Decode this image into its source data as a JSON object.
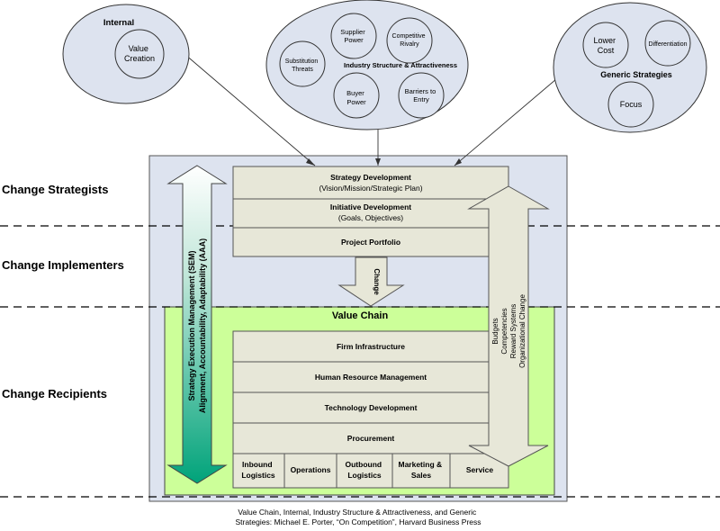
{
  "internal": {
    "label": "Internal",
    "value_creation": [
      "Value",
      "Creation"
    ]
  },
  "industry": {
    "label": "Industry Structure & Attractiveness",
    "supplier_power": [
      "Supplier",
      "Power"
    ],
    "competitive_rivalry": [
      "Competitive",
      "Rivalry"
    ],
    "substitution_threats": [
      "Substitution",
      "Threats"
    ],
    "buyer_power": [
      "Buyer",
      "Power"
    ],
    "barriers_to_entry": [
      "Barriers to",
      "Entry"
    ]
  },
  "generic": {
    "label": "Generic Strategies",
    "lower_cost": [
      "Lower",
      "Cost"
    ],
    "differentiation": "Differentiation",
    "focus": "Focus"
  },
  "roles": {
    "strategists": "Change Strategists",
    "implementers": "Change Implementers",
    "recipients": "Change Recipients"
  },
  "strategy_box": {
    "strategy_development": "Strategy Development",
    "strategy_development_sub": "(Vision/Mission/Strategic Plan)",
    "initiative_development": "Initiative Development",
    "initiative_development_sub": "(Goals, Objectives)",
    "project_portfolio": "Project Portfolio"
  },
  "change_arrow_label": "Change",
  "sem_arrow": {
    "line1": "Strategy Execution Management (SEM)",
    "line2": "Alignment, Accountability, Adaptability (AAA)"
  },
  "org_arrow": [
    "Budgets",
    "Competencies",
    "Reward Systems",
    "Organizational Change"
  ],
  "value_chain": {
    "title": "Value Chain",
    "support": [
      "Firm Infrastructure",
      "Human Resource Management",
      "Technology Development",
      "Procurement"
    ],
    "primary": {
      "inbound": [
        "Inbound",
        "Logistics"
      ],
      "operations": "Operations",
      "outbound": [
        "Outbound",
        "Logistics"
      ],
      "marketing": [
        "Marketing &",
        "Sales"
      ],
      "service": "Service"
    }
  },
  "caption": [
    "Value Chain, Internal, Industry Structure & Attractiveness, and Generic",
    "Strategies: Michael E. Porter, “On Competition”, Harvard Business Press"
  ],
  "colors": {
    "outer_fill": "#dde3ef",
    "value_chain_fill": "#ccff99",
    "box_fill": "#e7e7d8",
    "ellipse_fill": "#dde3ef",
    "sem_top": "#ffffff",
    "sem_bottom": "#00a37a"
  }
}
